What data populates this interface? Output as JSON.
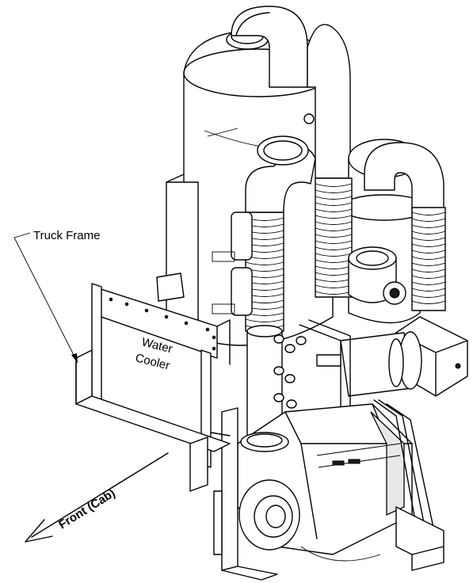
{
  "labels": {
    "truck_frame": "Truck Frame",
    "water_cooler_line1": "Water",
    "water_cooler_line2": "Cooler",
    "front": "Front (Cab)"
  }
}
